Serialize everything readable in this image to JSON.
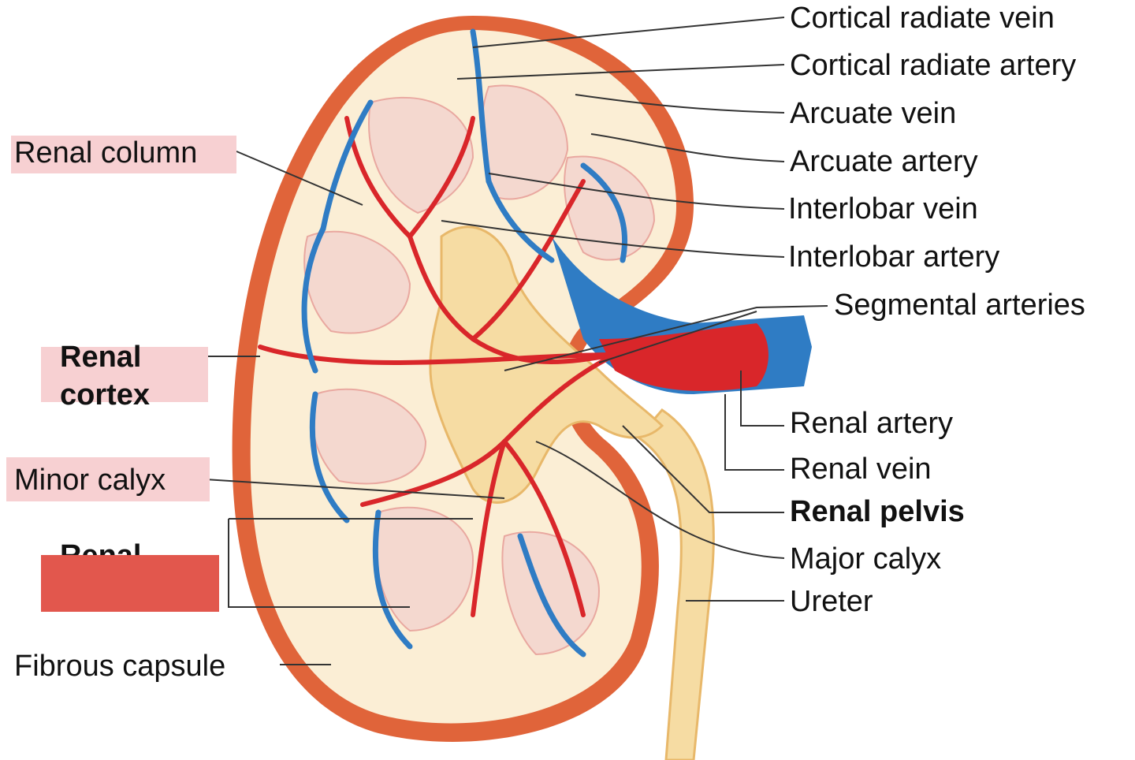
{
  "labels": {
    "cortical_radiate_vein": "Cortical radiate vein",
    "cortical_radiate_artery": "Cortical radiate artery",
    "arcuate_vein": "Arcuate vein",
    "arcuate_artery": "Arcuate artery",
    "interlobar_vein": "Interlobar vein",
    "interlobar_artery": "Interlobar artery",
    "segmental_arteries": "Segmental arteries",
    "renal_artery": "Renal artery",
    "renal_vein": "Renal vein",
    "renal_pelvis": "Renal pelvis",
    "major_calyx": "Major calyx",
    "ureter": "Ureter",
    "renal_column": "Renal column",
    "renal_cortex_line1": "Renal",
    "renal_cortex_line2": "cortex",
    "minor_calyx": "Minor calyx",
    "renal_pyramid_partial": "Renal",
    "fibrous_capsule": "Fibrous capsule"
  },
  "colors": {
    "highlight": "#f7d0d2",
    "cover_box": "#e2574d",
    "artery": "#d9262a",
    "vein": "#2f7cc4",
    "capsule": "#e0643a",
    "tissue": "#fbeed5",
    "pelvis": "#f6dca3"
  }
}
